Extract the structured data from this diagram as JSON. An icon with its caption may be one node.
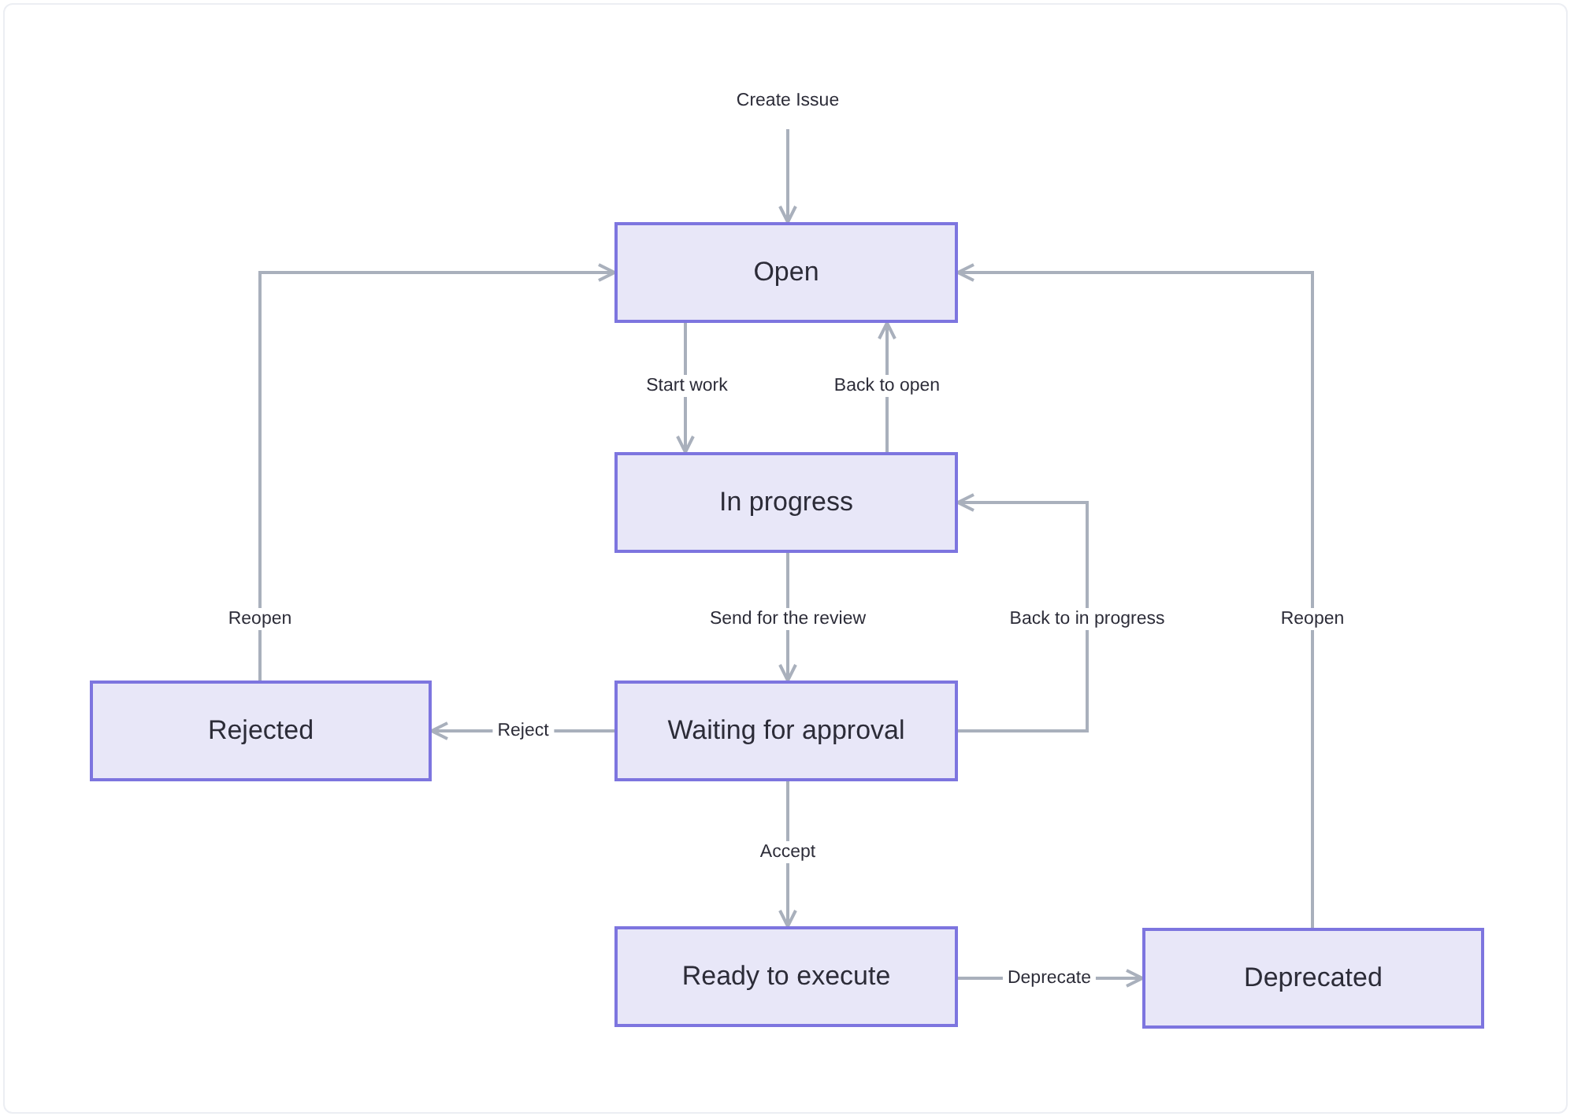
{
  "diagram": {
    "nodes": [
      {
        "text": [
          "Open"
        ]
      },
      {
        "text": [
          "In progress"
        ]
      },
      {
        "text": [
          "Waiting for approval"
        ]
      },
      {
        "text": [
          "Rejected"
        ]
      },
      {
        "text": [
          "Ready to execute"
        ]
      },
      {
        "text": [
          "Deprecated"
        ]
      }
    ],
    "edges": [
      {
        "from": null,
        "to": 0,
        "arrow": "to",
        "label": "Create Issue"
      },
      {
        "from": 0,
        "to": 1,
        "arrow": "to",
        "label": "Start work"
      },
      {
        "from": 1,
        "to": 0,
        "arrow": "to",
        "label": "Back to open"
      },
      {
        "from": 1,
        "to": 2,
        "arrow": "to",
        "label": "Send for the review"
      },
      {
        "from": 2,
        "to": 1,
        "arrow": "to",
        "label": "Back to in progress"
      },
      {
        "from": 2,
        "to": 3,
        "arrow": "to",
        "label": "Reject"
      },
      {
        "from": 3,
        "to": 0,
        "arrow": "to",
        "label": "Reopen"
      },
      {
        "from": 2,
        "to": 4,
        "arrow": "to",
        "label": "Accept"
      },
      {
        "from": 4,
        "to": 5,
        "arrow": "to",
        "label": "Deprecate"
      },
      {
        "from": 5,
        "to": 0,
        "arrow": "to",
        "label": "Reopen"
      }
    ]
  }
}
